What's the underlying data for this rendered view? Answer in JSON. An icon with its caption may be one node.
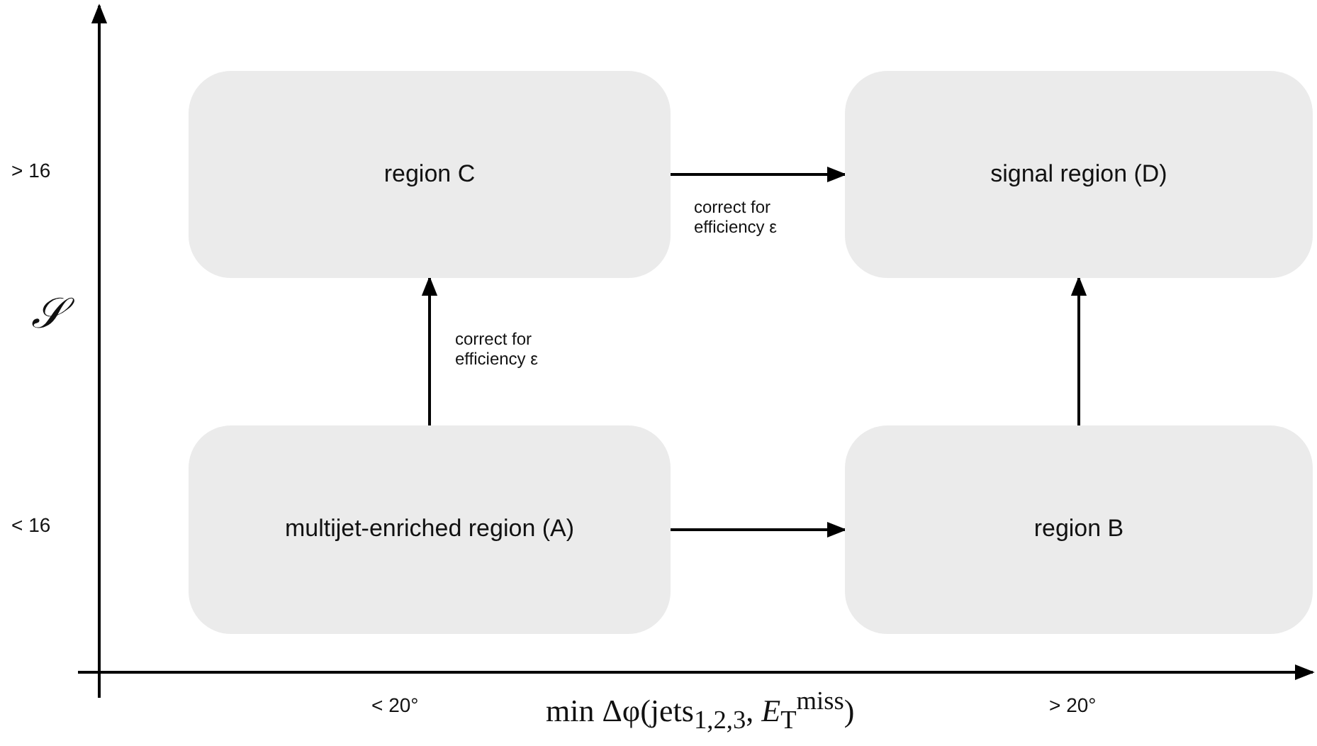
{
  "diagram": {
    "nodes": [
      {
        "text": [
          "region C"
        ]
      },
      {
        "text": [
          "signal region (D)"
        ]
      },
      {
        "text": [
          "multijet-enriched region (A)"
        ]
      },
      {
        "text": [
          "region B"
        ]
      }
    ],
    "edges": [
      {
        "from": 2,
        "to": 0,
        "arrow": "to",
        "label": "correct for efficiency ε"
      },
      {
        "from": 0,
        "to": 1,
        "arrow": "to",
        "label": "correct for efficiency ε"
      },
      {
        "from": 2,
        "to": 3,
        "arrow": "to"
      },
      {
        "from": 3,
        "to": 1,
        "arrow": "to"
      }
    ],
    "labels": [
      "> 16",
      "𝒮",
      "< 16",
      "< 20°",
      "min Δφ(jets$_{1,2,3}$, *E*$_{T}$$^{miss}$)",
      "> 20°"
    ]
  }
}
